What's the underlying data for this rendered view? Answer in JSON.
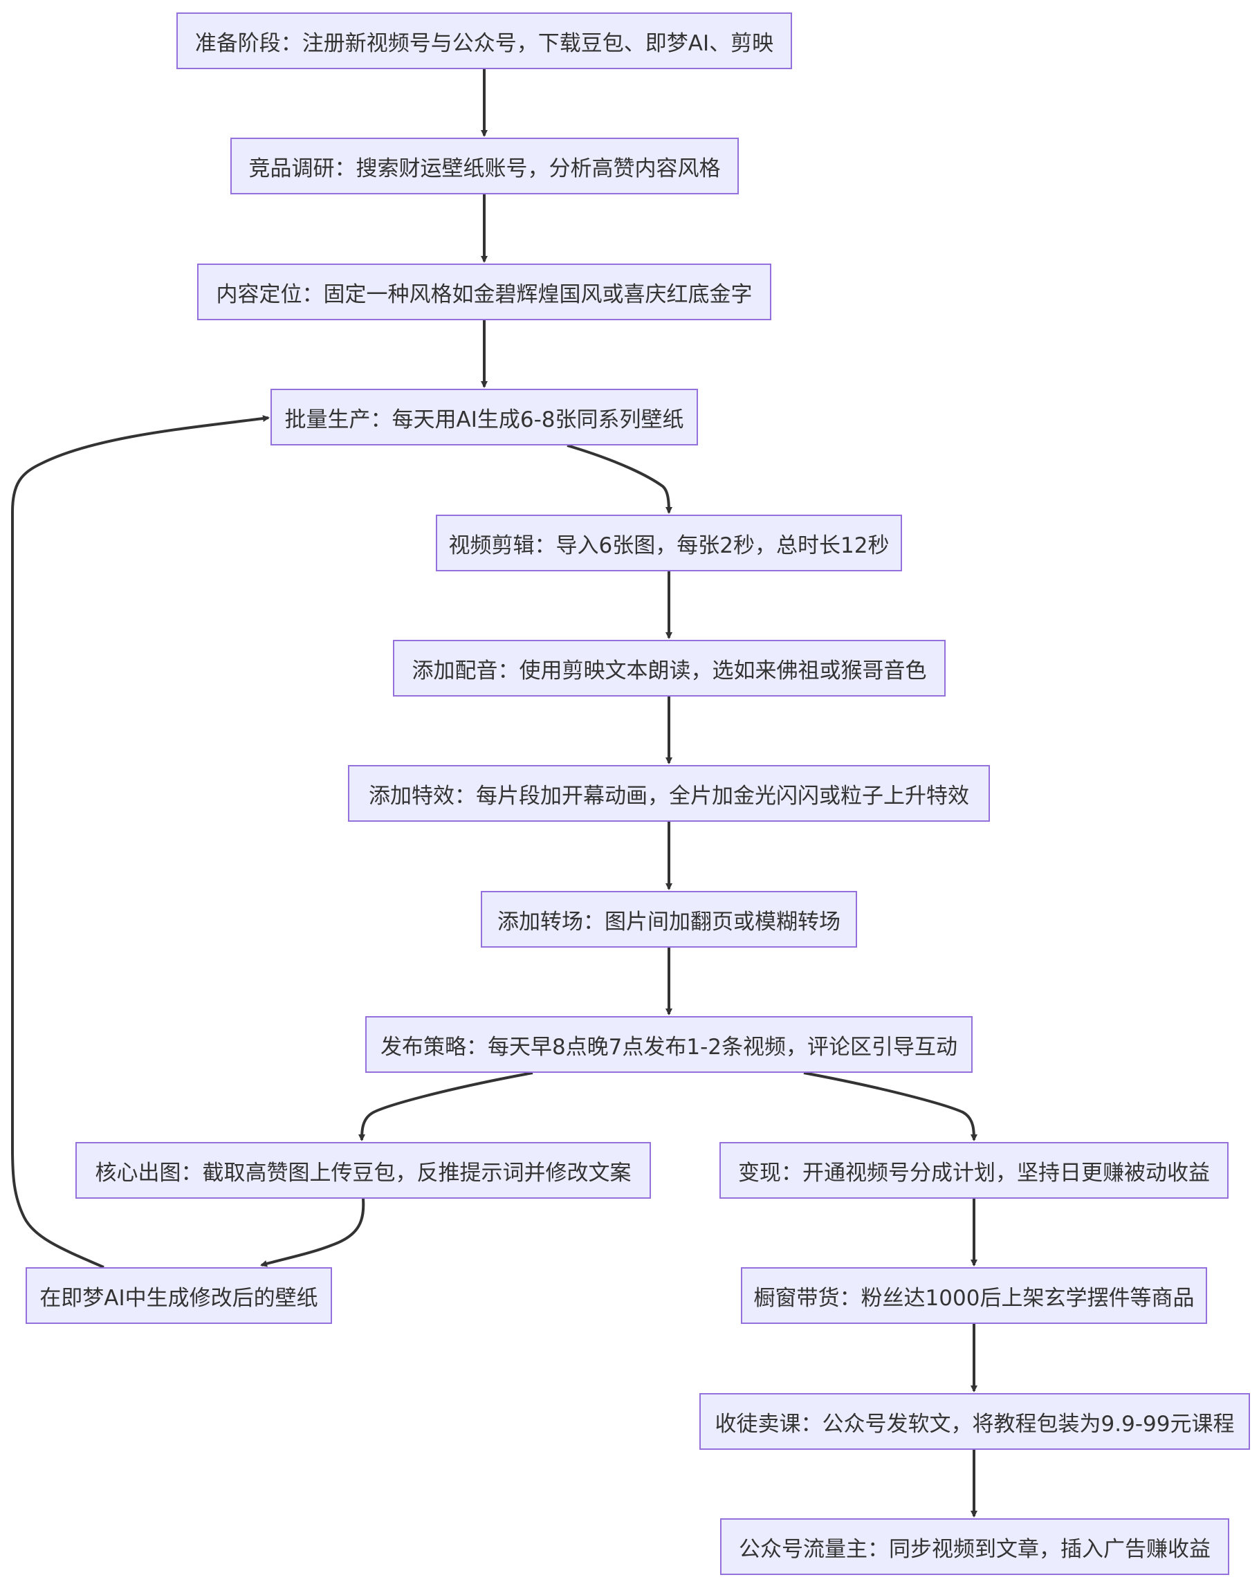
{
  "diagram": {
    "nodes": [
      {
        "id": "prep",
        "label": "准备阶段：注册新视频号与公众号，下载豆包、即梦AI、剪映"
      },
      {
        "id": "research",
        "label": "竞品调研：搜索财运壁纸账号，分析高赞内容风格"
      },
      {
        "id": "position",
        "label": "内容定位：固定一种风格如金碧辉煌国风或喜庆红底金字"
      },
      {
        "id": "batch",
        "label": "批量生产：每天用AI生成6-8张同系列壁纸"
      },
      {
        "id": "edit",
        "label": "视频剪辑：导入6张图，每张2秒，总时长12秒"
      },
      {
        "id": "voice",
        "label": "添加配音：使用剪映文本朗读，选如来佛祖或猴哥音色"
      },
      {
        "id": "effects",
        "label": "添加特效：每片段加开幕动画，全片加金光闪闪或粒子上升特效"
      },
      {
        "id": "transition",
        "label": "添加转场：图片间加翻页或模糊转场"
      },
      {
        "id": "publish",
        "label": "发布策略：每天早8点晚7点发布1-2条视频，评论区引导互动"
      },
      {
        "id": "core",
        "label": "核心出图：截取高赞图上传豆包，反推提示词并修改文案"
      },
      {
        "id": "generate",
        "label": "在即梦AI中生成修改后的壁纸"
      },
      {
        "id": "monetize",
        "label": "变现：开通视频号分成计划，坚持日更赚被动收益"
      },
      {
        "id": "showcase",
        "label": "橱窗带货：粉丝达1000后上架玄学摆件等商品"
      },
      {
        "id": "course",
        "label": "收徒卖课：公众号发软文，将教程包装为9.9-99元课程"
      },
      {
        "id": "traffic",
        "label": "公众号流量主：同步视频到文章，插入广告赚收益"
      }
    ],
    "edges": [
      {
        "from": "prep",
        "to": "research"
      },
      {
        "from": "research",
        "to": "position"
      },
      {
        "from": "position",
        "to": "batch"
      },
      {
        "from": "batch",
        "to": "edit"
      },
      {
        "from": "edit",
        "to": "voice"
      },
      {
        "from": "voice",
        "to": "effects"
      },
      {
        "from": "effects",
        "to": "transition"
      },
      {
        "from": "transition",
        "to": "publish"
      },
      {
        "from": "publish",
        "to": "core"
      },
      {
        "from": "publish",
        "to": "monetize"
      },
      {
        "from": "core",
        "to": "generate"
      },
      {
        "from": "generate",
        "to": "batch"
      },
      {
        "from": "monetize",
        "to": "showcase"
      },
      {
        "from": "showcase",
        "to": "course"
      },
      {
        "from": "course",
        "to": "traffic"
      }
    ]
  }
}
